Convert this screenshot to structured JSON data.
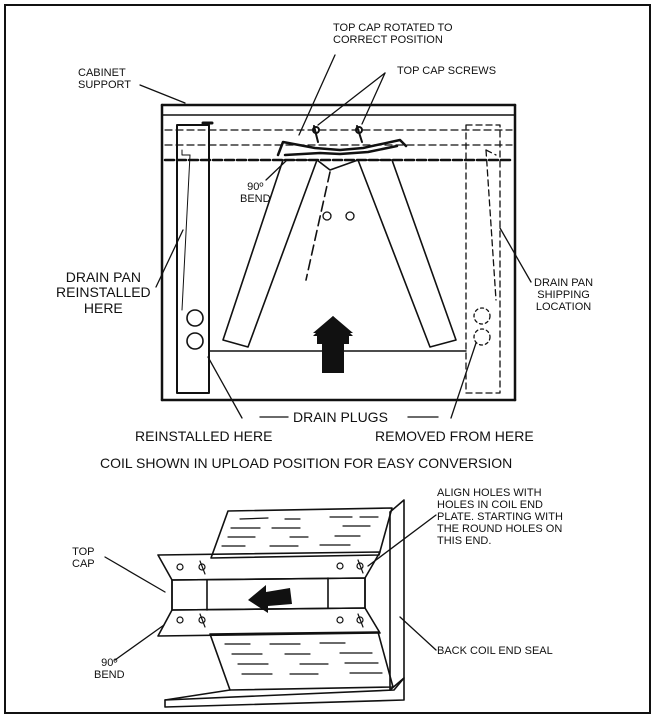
{
  "top": {
    "top_cap_rotated": [
      "TOP CAP ROTATED TO",
      "CORRECT POSITION"
    ],
    "cabinet_support": [
      "CABINET",
      "SUPPORT"
    ],
    "top_cap_screws": "TOP CAP SCREWS",
    "bend_90": [
      "90º",
      "BEND"
    ],
    "drain_pan_reinstalled": [
      "DRAIN PAN",
      "REINSTALLED",
      "HERE"
    ],
    "drain_pan_shipping": [
      "DRAIN PAN",
      "SHIPPING",
      "LOCATION"
    ],
    "drain_plugs": "DRAIN PLUGS",
    "reinstalled_here": "REINSTALLED HERE",
    "removed_from_here": "REMOVED FROM HERE",
    "caption": "COIL SHOWN IN UPLOAD POSITION FOR EASY CONVERSION"
  },
  "bottom": {
    "align_holes": [
      "ALIGN HOLES WITH",
      "HOLES IN COIL END",
      "PLATE. STARTING WITH",
      "THE ROUND HOLES ON",
      "THIS END."
    ],
    "top_cap": [
      "TOP",
      "CAP"
    ],
    "bend_90": [
      "90º",
      "BEND"
    ],
    "back_coil_end_seal": "BACK COIL END SEAL"
  }
}
